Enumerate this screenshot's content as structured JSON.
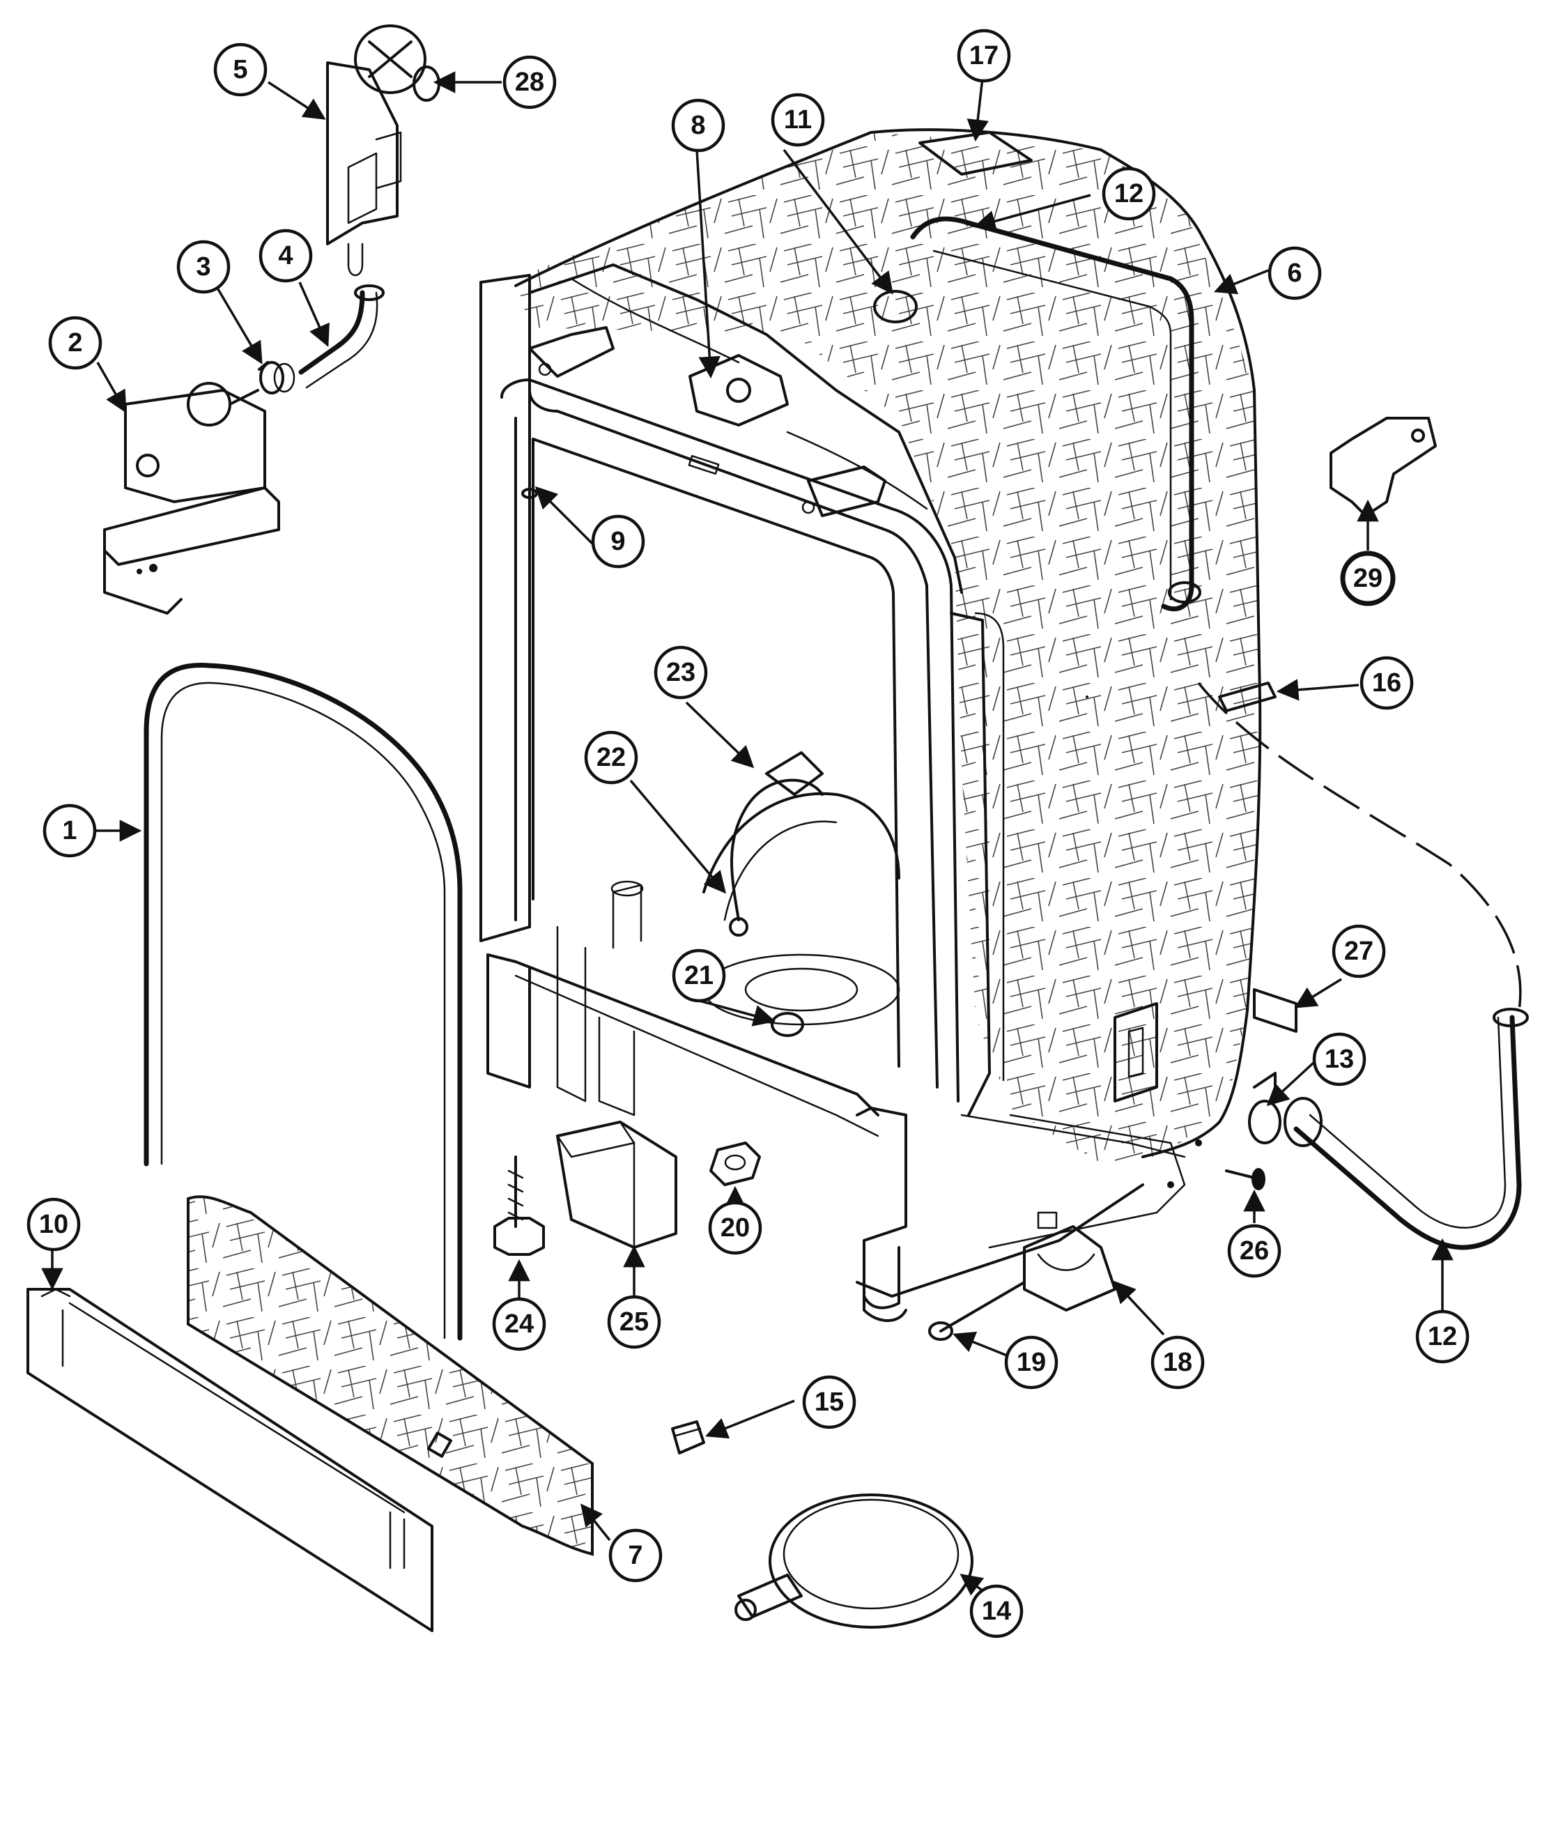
{
  "callouts": [
    {
      "id": "1",
      "label": "1"
    },
    {
      "id": "2",
      "label": "2"
    },
    {
      "id": "3",
      "label": "3"
    },
    {
      "id": "4",
      "label": "4"
    },
    {
      "id": "5",
      "label": "5"
    },
    {
      "id": "6",
      "label": "6"
    },
    {
      "id": "7",
      "label": "7"
    },
    {
      "id": "8",
      "label": "8"
    },
    {
      "id": "9",
      "label": "9"
    },
    {
      "id": "10",
      "label": "10"
    },
    {
      "id": "11",
      "label": "11"
    },
    {
      "id": "12a",
      "label": "12"
    },
    {
      "id": "12b",
      "label": "12"
    },
    {
      "id": "13",
      "label": "13"
    },
    {
      "id": "14",
      "label": "14"
    },
    {
      "id": "15",
      "label": "15"
    },
    {
      "id": "16",
      "label": "16"
    },
    {
      "id": "17",
      "label": "17"
    },
    {
      "id": "18",
      "label": "18"
    },
    {
      "id": "19",
      "label": "19"
    },
    {
      "id": "20",
      "label": "20"
    },
    {
      "id": "21",
      "label": "21"
    },
    {
      "id": "22",
      "label": "22"
    },
    {
      "id": "23",
      "label": "23"
    },
    {
      "id": "24",
      "label": "24"
    },
    {
      "id": "25",
      "label": "25"
    },
    {
      "id": "26",
      "label": "26"
    },
    {
      "id": "27",
      "label": "27"
    },
    {
      "id": "28",
      "label": "28"
    },
    {
      "id": "29",
      "label": "29"
    }
  ]
}
